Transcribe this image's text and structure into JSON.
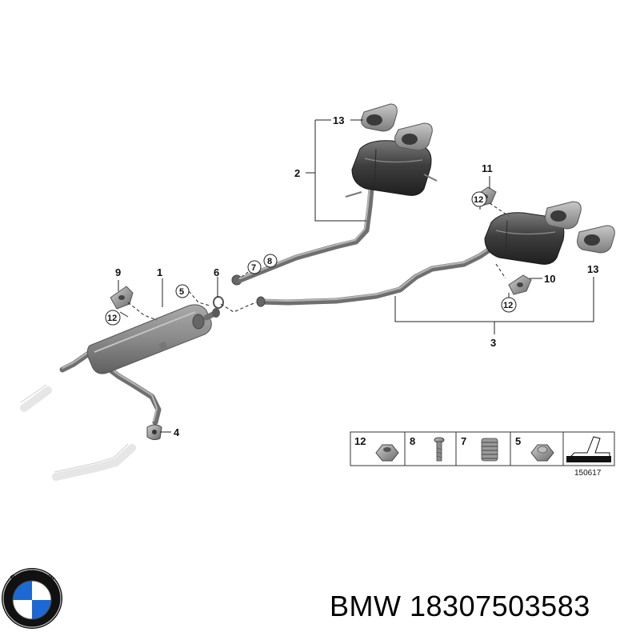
{
  "callouts": {
    "c1": "1",
    "c2": "2",
    "c3": "3",
    "c4": "4",
    "c5": "5",
    "c6": "6",
    "c7": "7",
    "c8": "8",
    "c9": "9",
    "c10": "10",
    "c11": "11",
    "c12a": "12",
    "c12b": "12",
    "c12c": "12",
    "c13a": "13",
    "c13b": "13"
  },
  "legend": {
    "items": [
      "12",
      "8",
      "7",
      "5"
    ]
  },
  "diagram_code": "150617",
  "caption": {
    "brand": "BMW",
    "part_number": "18307503583",
    "text": "BMW 18307503583"
  },
  "logo": {
    "lettering": "BMW",
    "colors": {
      "blue": "#1c69d4",
      "white": "#ffffff",
      "ring": "#111111"
    }
  }
}
